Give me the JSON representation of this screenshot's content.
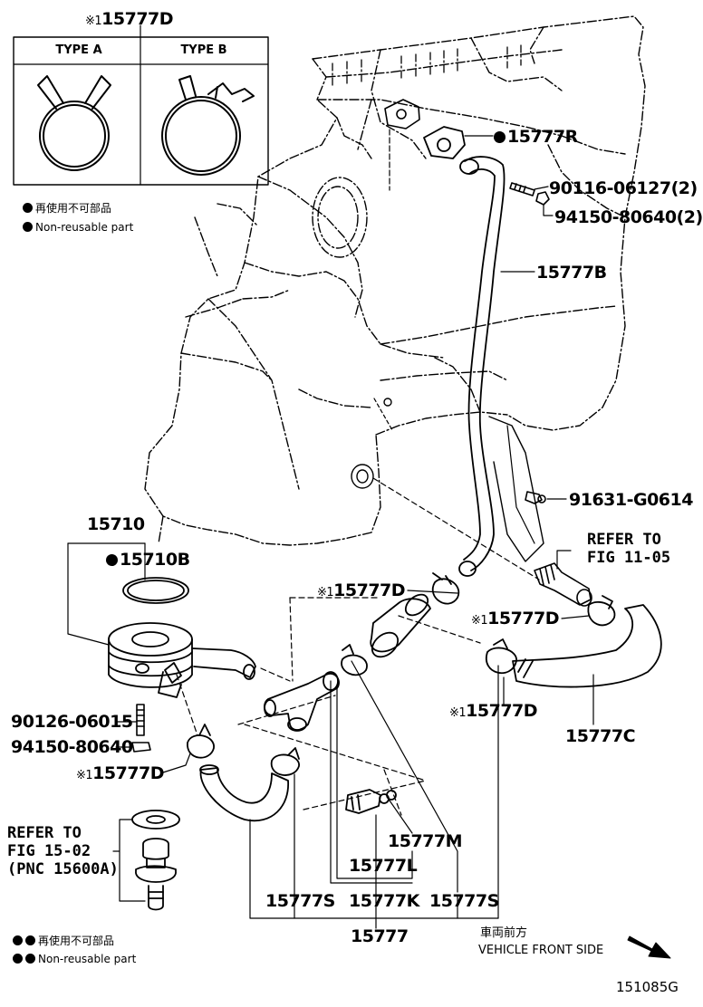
{
  "figure_id": "151085G",
  "clamp_box": {
    "part": "15777D",
    "mark": "※1",
    "type_a": "TYPE A",
    "type_b": "TYPE B"
  },
  "legend_top": {
    "jp": "再使用不可部品",
    "en": "Non-reusable part"
  },
  "legend_bottom": {
    "jp": "再使用不可部品",
    "en": "Non-reusable part"
  },
  "parts": {
    "p15777R": "15777R",
    "p90116": "90116-06127(2)",
    "p94150_top": "94150-80640(2)",
    "p15777B": "15777B",
    "p91631": "91631-G0614",
    "p15710": "15710",
    "p15710B": "15710B",
    "ref_fig11_line1": "REFER TO",
    "ref_fig11_line2": "FIG 11-05",
    "clamp_mark": "※1",
    "clamp_part": "15777D",
    "p90126": "90126-06015",
    "p94150_bot": "94150-80640",
    "p15777C": "15777C",
    "p15777M": "15777M",
    "p15777L": "15777L",
    "p15777S_left": "15777S",
    "p15777K": "15777K",
    "p15777S_right": "15777S",
    "p15777": "15777",
    "ref_fig15_line1": "REFER TO",
    "ref_fig15_line2": "FIG 15-02",
    "ref_fig15_line3": "(PNC 15600A)"
  },
  "direction": {
    "jp": "車両前方",
    "en": "VEHICLE FRONT SIDE"
  }
}
